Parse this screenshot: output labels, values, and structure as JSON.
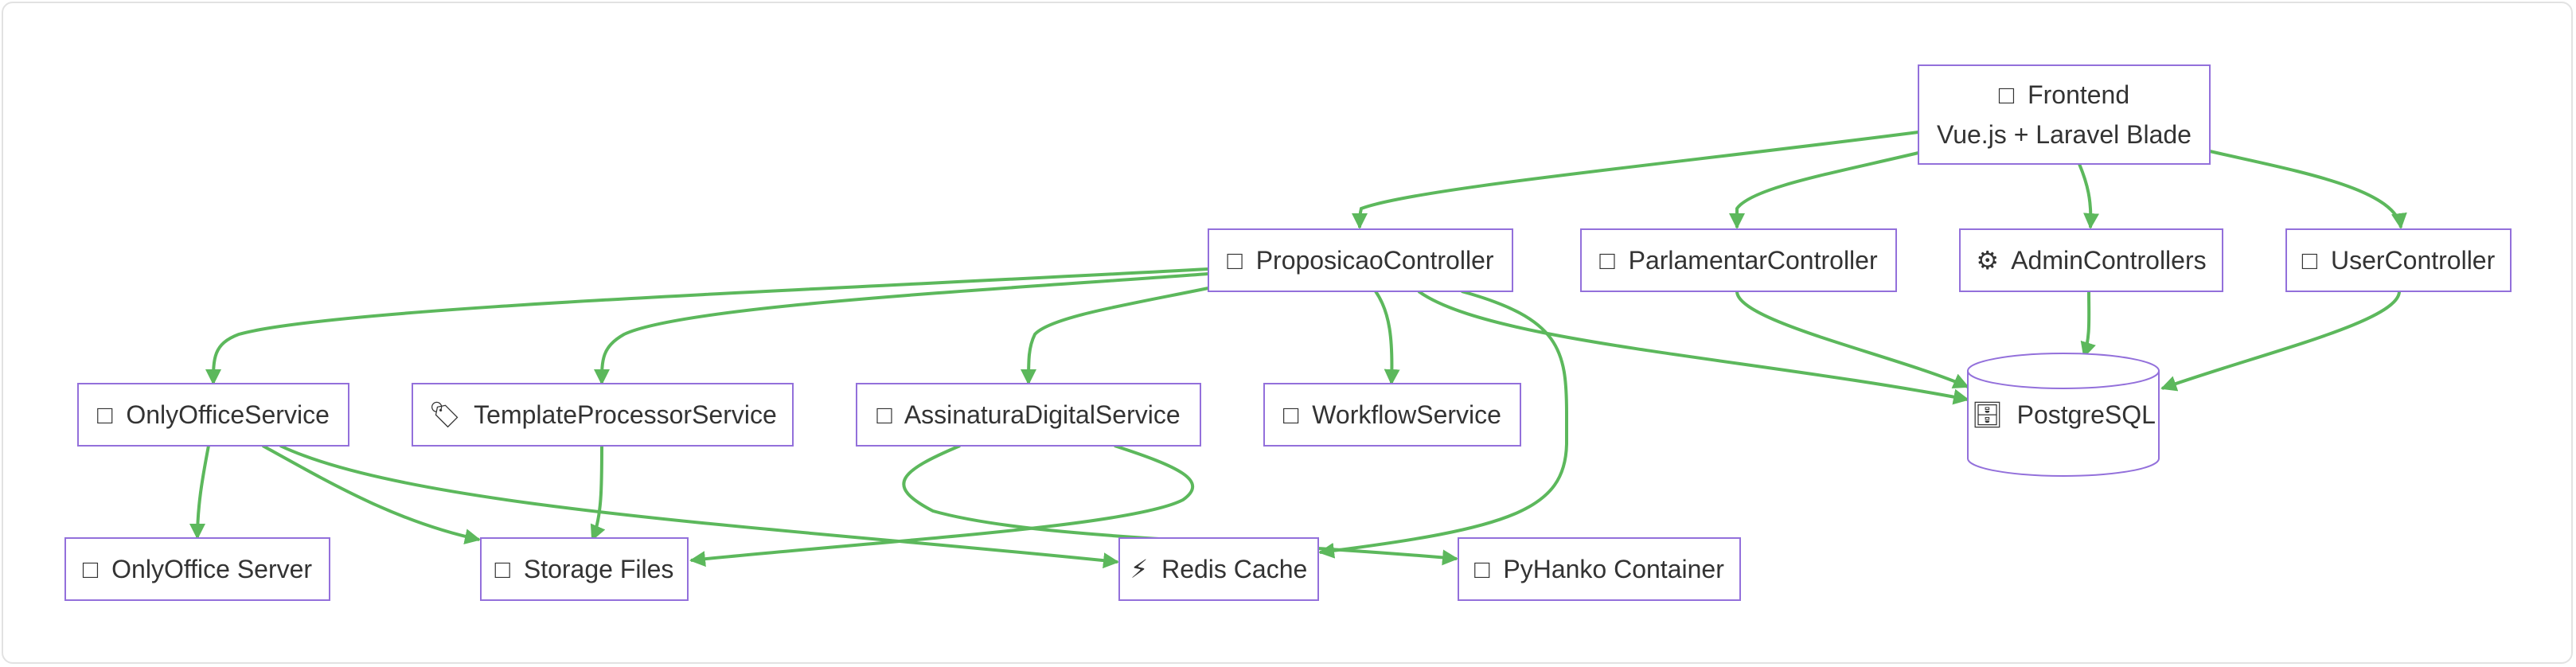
{
  "colors": {
    "edge": "#5cb85c",
    "node_border": "#9370db",
    "node_fill": "#ffffff",
    "text": "#333333",
    "frame_border": "#e2e2e2"
  },
  "nodes": {
    "frontend": {
      "icon": "□",
      "label": "Frontend",
      "sublabel": "Vue.js + Laravel Blade"
    },
    "proposicao": {
      "icon": "□",
      "label": "ProposicaoController"
    },
    "parlamentar": {
      "icon": "□",
      "label": "ParlamentarController"
    },
    "admin": {
      "icon": "⚙",
      "label": "AdminControllers"
    },
    "user": {
      "icon": "□",
      "label": "UserController"
    },
    "onlyoffice_service": {
      "icon": "□",
      "label": "OnlyOfficeService"
    },
    "template": {
      "icon": "🏷",
      "label": "TemplateProcessorService"
    },
    "assinatura": {
      "icon": "□",
      "label": "AssinaturaDigitalService"
    },
    "workflow": {
      "icon": "□",
      "label": "WorkflowService"
    },
    "postgres": {
      "icon": "🗄",
      "label": "PostgreSQL"
    },
    "onlyoffice_server": {
      "icon": "□",
      "label": "OnlyOffice Server"
    },
    "storage": {
      "icon": "□",
      "label": "Storage Files"
    },
    "redis": {
      "icon": "⚡",
      "label": "Redis Cache"
    },
    "pyhanko": {
      "icon": "□",
      "label": "PyHanko Container"
    }
  }
}
